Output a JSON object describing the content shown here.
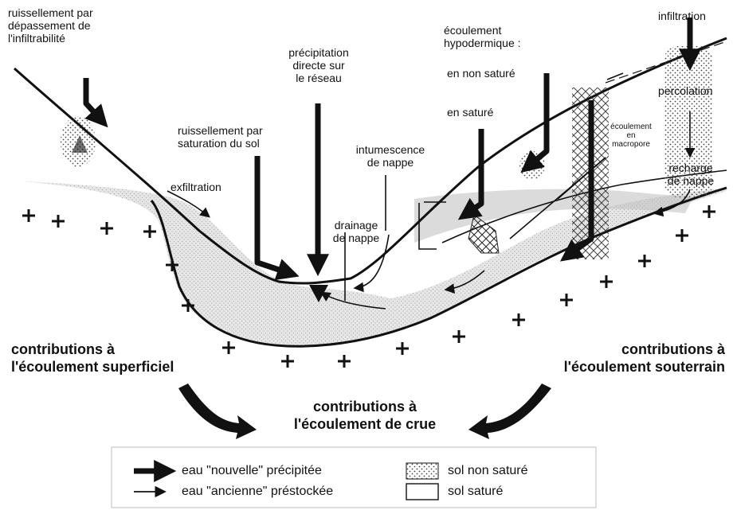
{
  "labels": {
    "ruissellement_depassement": [
      "ruissellement par",
      "dépassement de",
      "l'infiltrabilité"
    ],
    "precipitation_directe": [
      "précipitation",
      "directe sur",
      "le réseau"
    ],
    "ruissellement_saturation": [
      "ruissellement par",
      "saturation du sol"
    ],
    "exfiltration": "exfiltration",
    "intumescence": [
      "intumescence",
      "de nappe"
    ],
    "drainage": [
      "drainage",
      "de nappe"
    ],
    "ecoulement_hypodermique": [
      "écoulement",
      "hypodermique :"
    ],
    "en_non_sature": "en non saturé",
    "en_sature": "en saturé",
    "ecoulement_macropore": [
      "écoulement",
      "en",
      "macropore"
    ],
    "infiltration": "infiltration",
    "percolation": "percolation",
    "recharge": [
      "recharge",
      "de nappe"
    ]
  },
  "contributions": {
    "superficiel": [
      "contributions à",
      "l'écoulement superficiel"
    ],
    "souterrain": [
      "contributions à",
      "l'écoulement souterrain"
    ],
    "crue": [
      "contributions à",
      "l'écoulement de crue"
    ]
  },
  "legend": {
    "nouvelle": "eau \"nouvelle\" précipitée",
    "ancienne": "eau \"ancienne\" préstockée",
    "non_sature": "sol non saturé",
    "sature": "sol saturé"
  }
}
